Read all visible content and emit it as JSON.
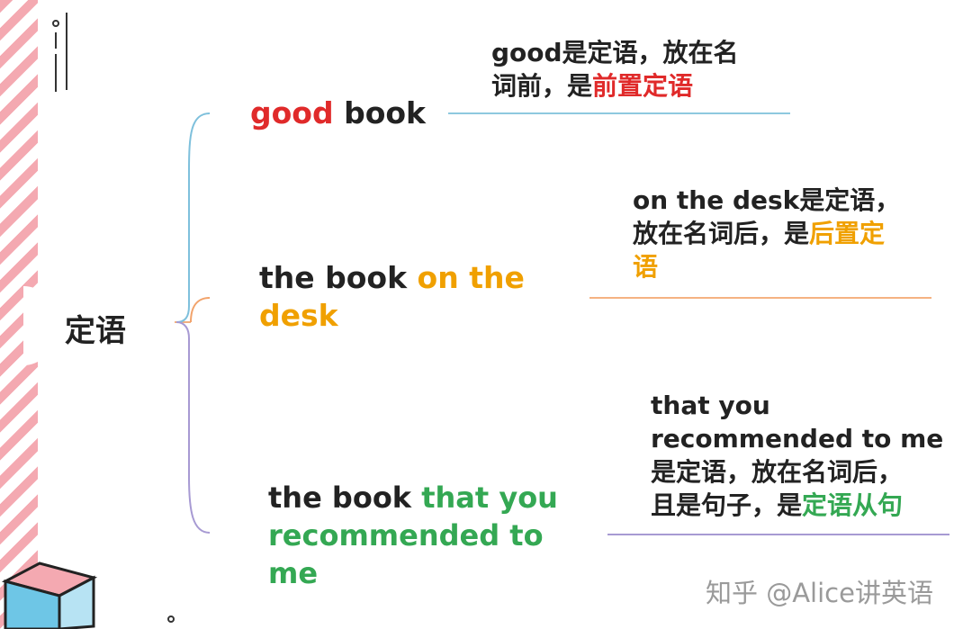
{
  "root": {
    "label": "定语"
  },
  "branches": [
    {
      "example": {
        "modifier": "good",
        "rest": " book"
      },
      "note": {
        "line1": "good是定语，放在名",
        "line2_plain": "词前，是",
        "line2_highlight": "前置定语"
      }
    },
    {
      "example": {
        "line1_plain": "the book ",
        "line1_highlight": "on the",
        "line2_highlight": "desk"
      },
      "note": {
        "line1": "on the desk是定语，",
        "line2_plain": "放在名词后，是",
        "line2_highlight": "后置定",
        "line3_highlight": "语"
      }
    },
    {
      "example": {
        "line1_plain": "the book ",
        "line1_highlight": "that you",
        "line2_highlight": "recommended to",
        "line3_highlight": "me"
      },
      "note": {
        "line1": "that you",
        "line2": "recommended to me",
        "line3": "是定语，放在名词后，",
        "line4_plain": "且是句子，是",
        "line4_highlight": "定语从句"
      }
    }
  ],
  "watermark": "知乎 @Alice讲英语",
  "colors": {
    "branch1": "#e02a2a",
    "branch2": "#f0a000",
    "branch3": "#34a853",
    "stripe": "#f4a9b1"
  }
}
